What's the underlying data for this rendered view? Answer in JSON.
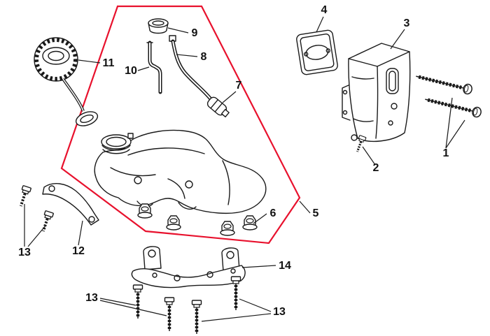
{
  "diagram": {
    "kind": "exploded-parts-diagram",
    "subject": "fuel-tank-and-muffler-assembly",
    "colors": {
      "outline": "#1a1a1a",
      "highlight_region": "#e8112d",
      "background": "#ffffff"
    },
    "labels": {
      "l1": {
        "text": "1",
        "part": "muffler-mounting-screws"
      },
      "l2": {
        "text": "2",
        "part": "muffler-small-bolt"
      },
      "l3": {
        "text": "3",
        "part": "muffler"
      },
      "l4": {
        "text": "4",
        "part": "muffler-gasket"
      },
      "l5": {
        "text": "5",
        "part": "fuel-tank-assembly-region"
      },
      "l6": {
        "text": "6",
        "part": "mounting-nuts"
      },
      "l7": {
        "text": "7",
        "part": "fuel-filter-clunk"
      },
      "l8": {
        "text": "8",
        "part": "fuel-hose-long"
      },
      "l9": {
        "text": "9",
        "part": "grommet"
      },
      "l10": {
        "text": "10",
        "part": "fuel-hose-short"
      },
      "l11": {
        "text": "11",
        "part": "fuel-cap"
      },
      "l12": {
        "text": "12",
        "part": "support-bracket"
      },
      "l13a": {
        "text": "13",
        "part": "bracket-bolts-left"
      },
      "l13b": {
        "text": "13",
        "part": "lower-bracket-bolts-left"
      },
      "l13c": {
        "text": "13",
        "part": "lower-bracket-bolts-right"
      },
      "l14": {
        "text": "14",
        "part": "lower-mounting-bracket"
      }
    }
  }
}
